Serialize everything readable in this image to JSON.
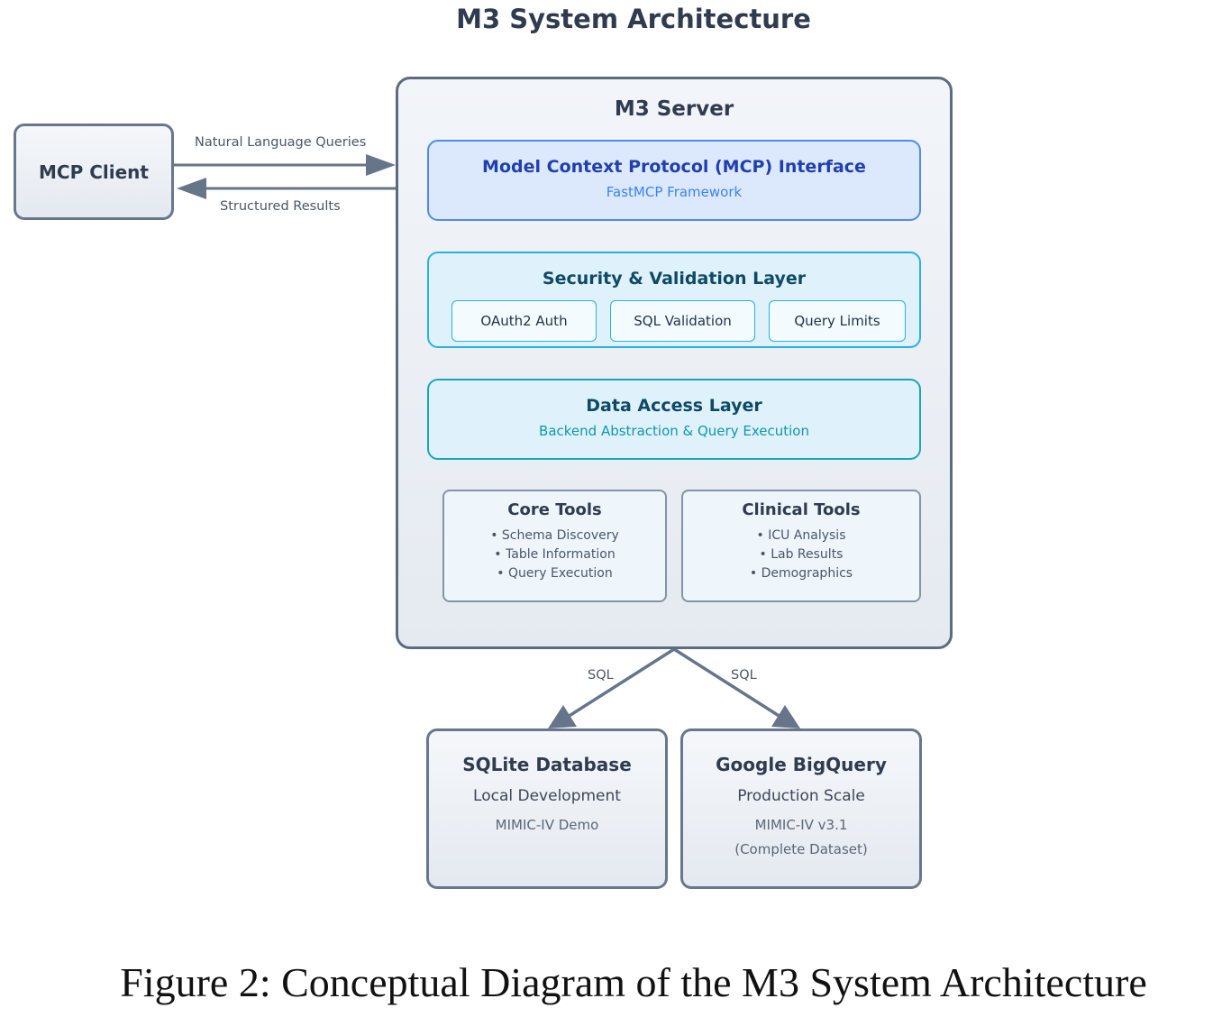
{
  "title": "M3 System Architecture",
  "client": {
    "label": "MCP Client"
  },
  "arrows": {
    "request": "Natural Language Queries",
    "response": "Structured Results",
    "sql_left": "SQL",
    "sql_right": "SQL"
  },
  "server": {
    "title": "M3 Server",
    "mcp": {
      "title": "Model Context Protocol (MCP) Interface",
      "subtitle": "FastMCP Framework"
    },
    "security": {
      "title": "Security & Validation Layer",
      "items": [
        "OAuth2 Auth",
        "SQL Validation",
        "Query Limits"
      ]
    },
    "data_access": {
      "title": "Data Access Layer",
      "subtitle": "Backend Abstraction & Query Execution"
    },
    "core_tools": {
      "title": "Core Tools",
      "items": [
        "• Schema Discovery",
        "• Table Information",
        "• Query Execution"
      ]
    },
    "clinical_tools": {
      "title": "Clinical Tools",
      "items": [
        "• ICU Analysis",
        "• Lab Results",
        "• Demographics"
      ]
    }
  },
  "databases": [
    {
      "title": "SQLite Database",
      "purpose": "Local Development",
      "dataset": "MIMIC-IV Demo",
      "note": ""
    },
    {
      "title": "Google BigQuery",
      "purpose": "Production Scale",
      "dataset": "MIMIC-IV v3.1",
      "note": "(Complete Dataset)"
    }
  ],
  "caption": "Figure 2: Conceptual Diagram of the M3 System Architecture",
  "colors": {
    "border_dark": "#5d6b80",
    "mcp_border": "#4f8af0",
    "mcp_fill": "#dce9fd",
    "security_border": "#28b2e0",
    "data_access_border": "#1aa5b8",
    "layer_fill": "#dff1fb",
    "mcp_title": "#1f3fb0",
    "mcp_subtitle": "#3b82f6",
    "security_title": "#0d4a66",
    "data_access_subtitle": "#0e98ad"
  }
}
